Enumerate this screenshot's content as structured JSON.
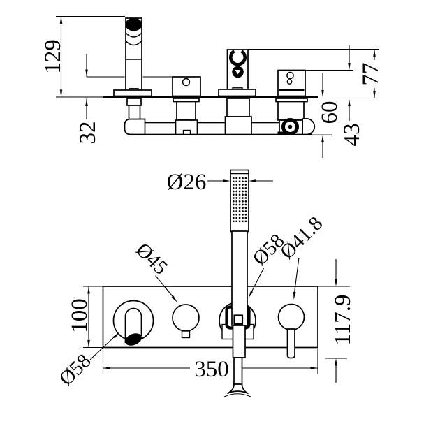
{
  "drawing": {
    "background": "#ffffff",
    "line_color": "#000000",
    "views": {
      "side": {
        "name": "side-section-view",
        "dims": {
          "spout_height": "129",
          "body_top_offset": "32",
          "holder_height": "77",
          "outlet_depth": "60",
          "valve_top_height": "43"
        }
      },
      "front": {
        "name": "front-view",
        "dims": {
          "handshower_diameter": "Ø26",
          "diverter_diameter": "Ø45",
          "spout_escutcheon_diameter": "Ø58",
          "holder_escutcheon_diameter": "Ø58",
          "lever_diameter": "Ø41.8",
          "plate_height": "100",
          "plate_width": "350",
          "overall_height": "117.9"
        }
      }
    }
  }
}
